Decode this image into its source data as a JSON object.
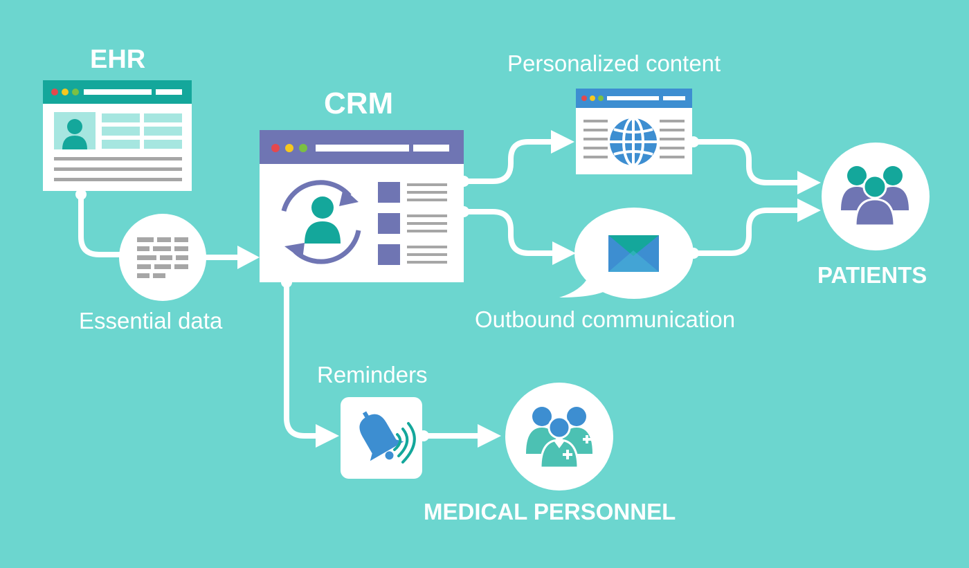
{
  "colors": {
    "background": "#6cd6cf",
    "connector": "#ffffff",
    "teal": "#14a79b",
    "purple": "#6f75b3",
    "blue": "#3d8ed1",
    "gray": "#a6a6a6"
  },
  "labels": {
    "ehr": "EHR",
    "crm": "CRM",
    "essential_data": "Essential data",
    "personalized_content": "Personalized content",
    "outbound_communication": "Outbound communication",
    "patients": "PATIENTS",
    "reminders": "Reminders",
    "medical_personnel": "MEDICAL PERSONNEL"
  },
  "icons": {
    "ehr_window": "ehr-window-icon",
    "crm_window": "crm-window-icon",
    "essential_data": "data-document-icon",
    "personalized_content": "globe-webpage-icon",
    "outbound_communication": "envelope-speech-bubble-icon",
    "patients": "patients-group-icon",
    "reminders": "bell-icon",
    "medical_personnel": "medical-staff-group-icon"
  }
}
